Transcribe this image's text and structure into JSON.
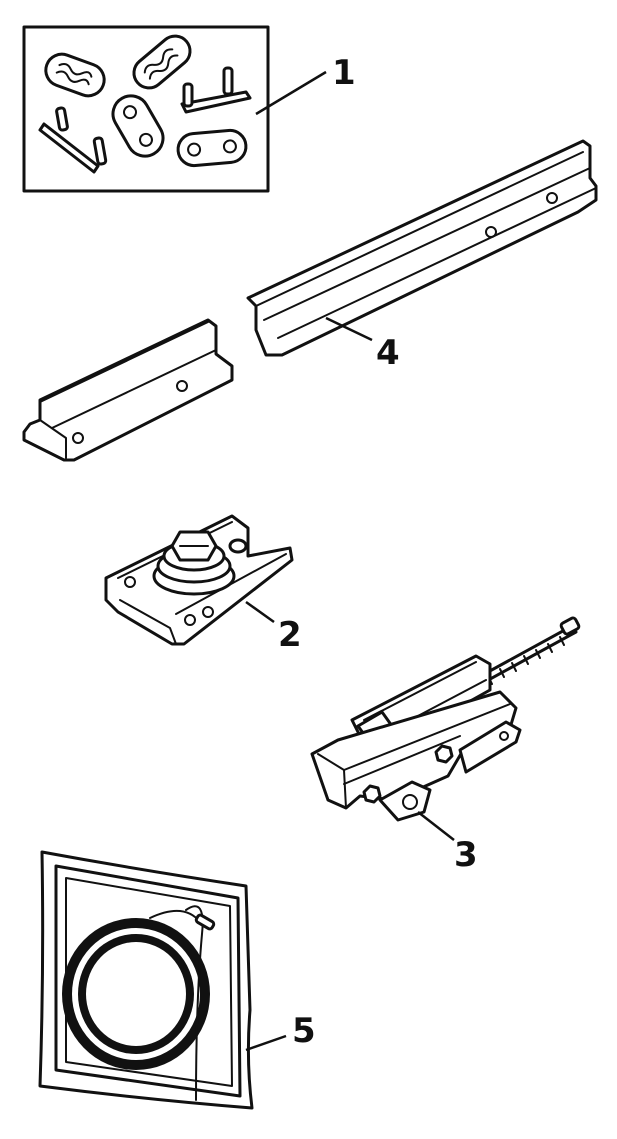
{
  "parts": [
    {
      "id": "part-1",
      "callout": "1",
      "icon": "chain-links-and-pins-icon"
    },
    {
      "id": "part-2",
      "callout": "2",
      "icon": "trolley-pulley-bracket-icon"
    },
    {
      "id": "part-3",
      "callout": "3",
      "icon": "chain-tensioner-icon"
    },
    {
      "id": "part-4",
      "callout": "4",
      "icon": "rail-section-icon"
    },
    {
      "id": "part-5",
      "callout": "5",
      "icon": "boxed-wire-coil-icon"
    }
  ],
  "colors": {
    "line": "#111111",
    "background": "#ffffff"
  }
}
